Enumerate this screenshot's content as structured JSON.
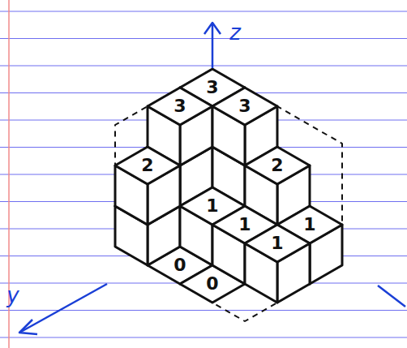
{
  "diagram": {
    "labels": [
      "z",
      "3",
      "3",
      "3",
      "2",
      "2",
      "1",
      "1",
      "1",
      "1",
      "y",
      "0",
      "0"
    ]
  }
}
